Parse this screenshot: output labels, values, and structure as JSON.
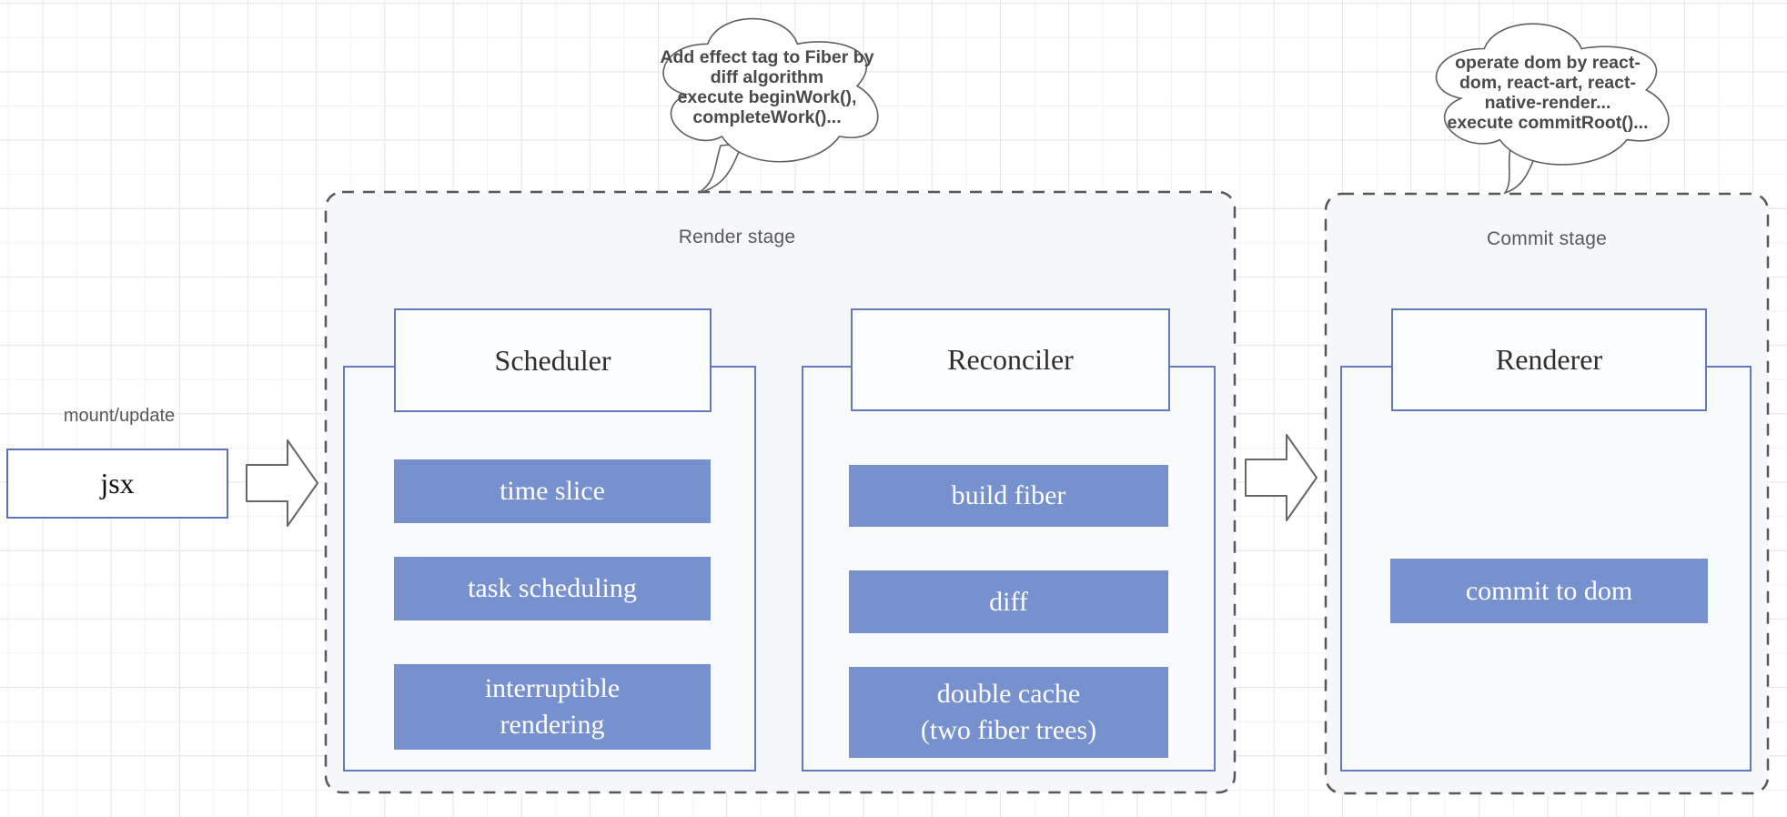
{
  "diagram": {
    "input": {
      "label": "mount/update",
      "box": "jsx"
    },
    "notes": {
      "render": {
        "lines": [
          "Add effect tag to Fiber by",
          "diff algorithm",
          "execute beginWork(),",
          "completeWork()..."
        ]
      },
      "commit": {
        "lines": [
          "operate dom by react-",
          "dom, react-art, react-",
          "native-render...",
          "execute commitRoot()..."
        ]
      }
    },
    "stages": {
      "render": {
        "label": "Render stage",
        "groups": {
          "scheduler": {
            "title": "Scheduler",
            "items": [
              "time slice",
              "task scheduling",
              "interruptible\nrendering"
            ]
          },
          "reconciler": {
            "title": "Reconciler",
            "items": [
              "build fiber",
              "diff",
              "double cache\n(two fiber trees)"
            ]
          }
        }
      },
      "commit": {
        "label": "Commit stage",
        "groups": {
          "renderer": {
            "title": "Renderer",
            "items": [
              "commit to dom"
            ]
          }
        }
      }
    }
  },
  "colors": {
    "accent_fill": "#7791ce",
    "accent_border": "#6478bb",
    "panel_fill": "#f5f7fa",
    "container_fill": "#f8fafc",
    "dash_border": "#575757",
    "label_gray": "#595959"
  }
}
